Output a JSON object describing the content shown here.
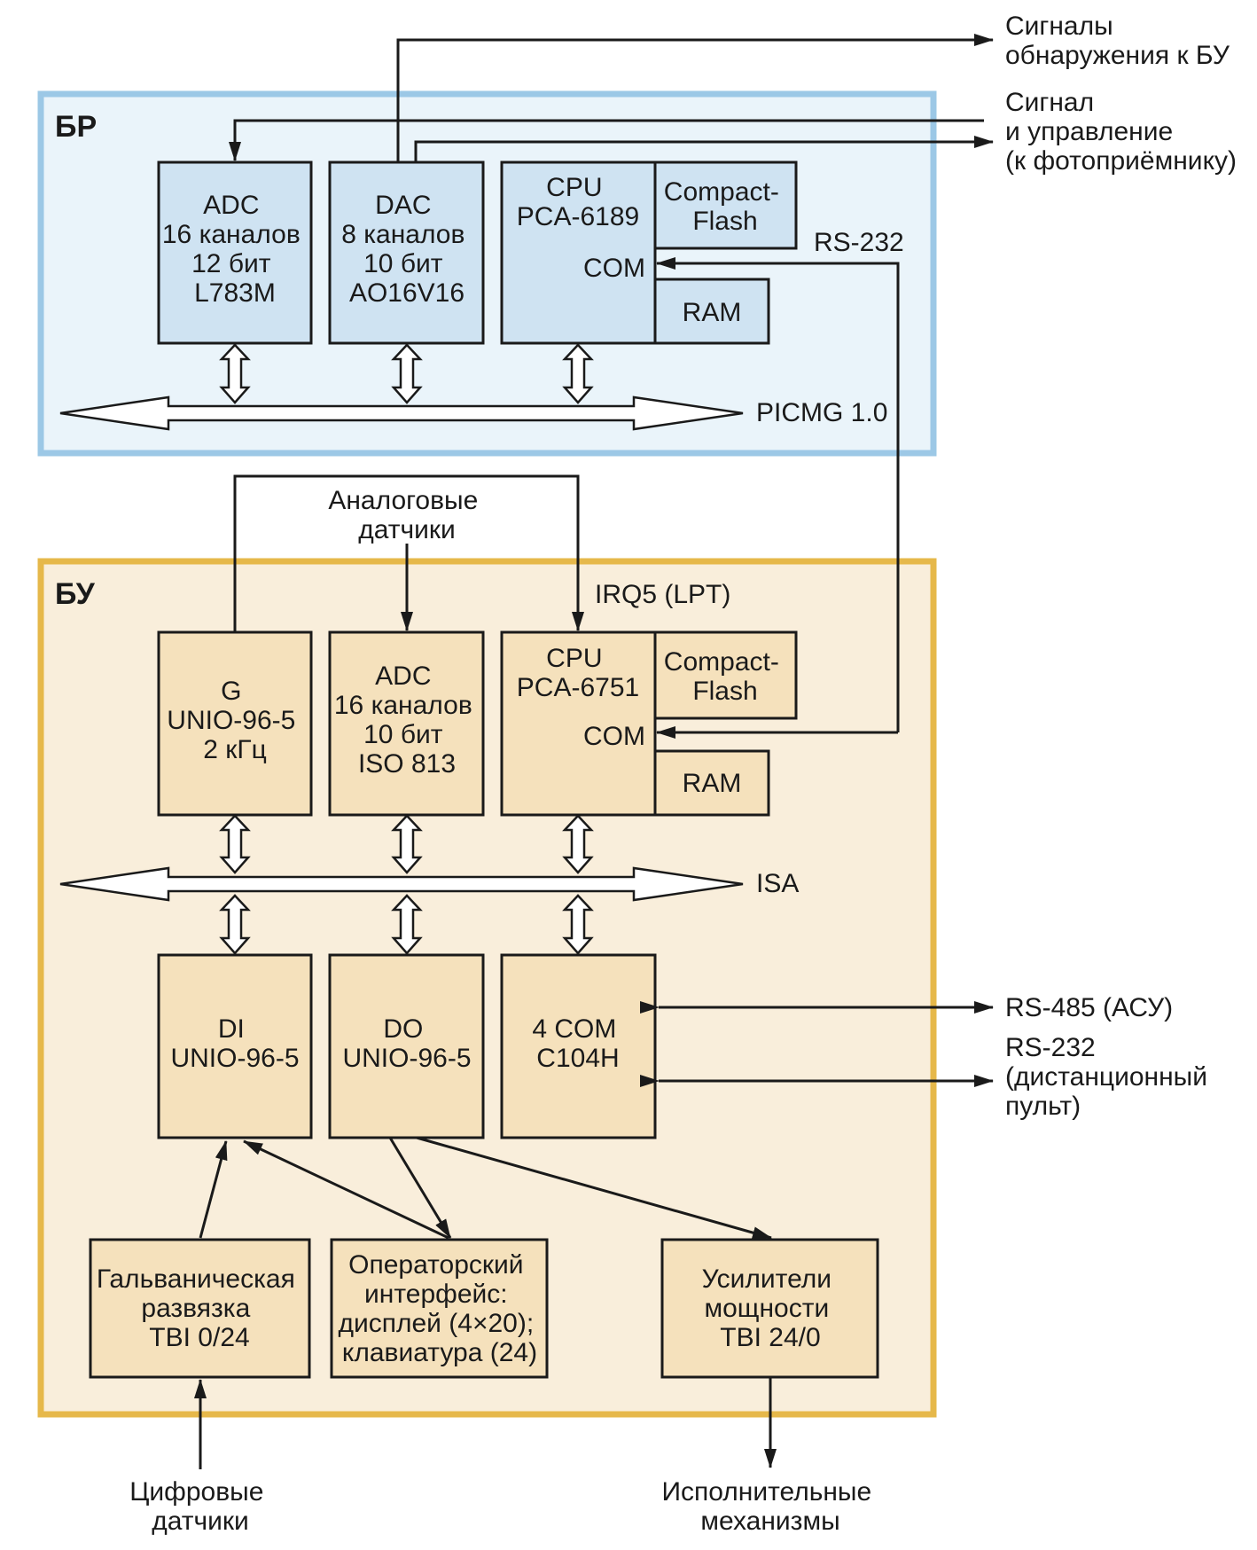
{
  "br": {
    "title": "БР",
    "adc": [
      "ADC",
      "16 каналов",
      "12 бит",
      "L783M"
    ],
    "dac": [
      "DAC",
      "8 каналов",
      "10 бит",
      "AO16V16"
    ],
    "cpu": [
      "CPU",
      "PCA-6189"
    ],
    "com": "COM",
    "cf": [
      "Compact-",
      "Flash"
    ],
    "ram": "RAM",
    "bus": "PICMG 1.0",
    "rs232": "RS-232"
  },
  "external": {
    "detect": [
      "Сигналы",
      "обнаружения к БУ"
    ],
    "signal": [
      "Сигнал",
      "и управление",
      "(к фотоприёмнику)"
    ],
    "analog": [
      "Аналоговые",
      "датчики"
    ],
    "irq": "IRQ5 (LPT)",
    "rs485": "RS-485 (АСУ)",
    "rs232_remote": [
      "RS-232",
      "(дистанционный",
      "пульт)"
    ],
    "digital": [
      "Цифровые",
      "датчики"
    ],
    "actuators": [
      "Исполнительные",
      "механизмы"
    ]
  },
  "bu": {
    "title": "БУ",
    "g": [
      "G",
      "UNIO-96-5",
      "2 кГц"
    ],
    "adc": [
      "ADC",
      "16 каналов",
      "10 бит",
      "ISO 813"
    ],
    "cpu": [
      "CPU",
      "PCA-6751"
    ],
    "com": "COM",
    "cf": [
      "Compact-",
      "Flash"
    ],
    "ram": "RAM",
    "bus": "ISA",
    "di": [
      "DI",
      "UNIO-96-5"
    ],
    "do": [
      "DO",
      "UNIO-96-5"
    ],
    "com4": [
      "4 COM",
      "C104H"
    ],
    "galv": [
      "Гальваническая",
      "развязка",
      "TBI  0/24"
    ],
    "oper": [
      "Операторский",
      "интерфейс:",
      "дисплей (4×20);",
      "клавиатура (24)"
    ],
    "amp": [
      "Усилители",
      "мощности",
      "TBI 24/0"
    ]
  },
  "colors": {
    "br_panel": "#eaf4fa",
    "br_border": "#9cc8e6",
    "br_box": "#cfe3f2",
    "bu_panel": "#f9eedb",
    "bu_border": "#e6b84a",
    "bu_box": "#f5e1bc"
  }
}
